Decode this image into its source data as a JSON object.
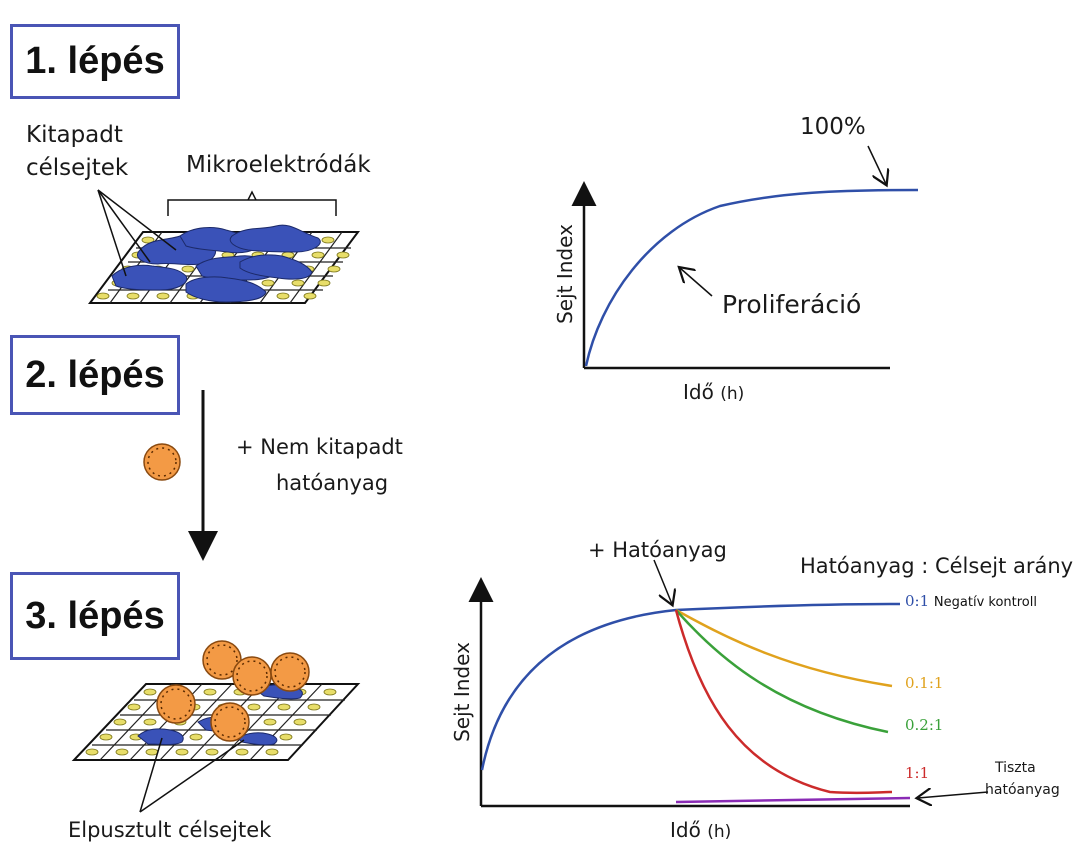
{
  "steps": {
    "step1": "1. lépés",
    "step2": "2. lépés",
    "step3": "3. lépés"
  },
  "labels": {
    "attached_cells_line1": "Kitapadt",
    "attached_cells_line2": "célsejtek",
    "microelectrodes": "Mikroelektródák",
    "drug_line1": "+ Nem kitapadt",
    "drug_line2": "hatóanyag",
    "dead_cells": "Elpusztult célsejtek"
  },
  "chart_top": {
    "ylabel": "Sejt Index",
    "xlabel": "Idő",
    "xunit": "(h)",
    "annotation_top": "100%",
    "annotation_curve": "Proliferáció"
  },
  "chart_bottom": {
    "ylabel": "Sejt Index",
    "xlabel": "Idő",
    "xunit": "(h)",
    "annotation_drug": "+ Hatóanyag",
    "legend_title": "Hatóanyag : Célsejt arány",
    "pure_drug_line1": "Tiszta",
    "pure_drug_line2": "hatóanyag",
    "series": [
      {
        "ratio": "0:1",
        "note": "Negatív kontroll",
        "color": "#2f4fa8"
      },
      {
        "ratio": "0.1:1",
        "note": "",
        "color": "#e0a21d"
      },
      {
        "ratio": "0.2:1",
        "note": "",
        "color": "#3aa13a"
      },
      {
        "ratio": "1:1",
        "note": "",
        "color": "#cc2b2b"
      }
    ],
    "pure_color": "#8a2bb5"
  },
  "colors": {
    "box_border": "#4a55b5",
    "cell_blue": "#3a52b8",
    "bead_orange": "#f39a45",
    "electrode_yellow": "#e8de6a"
  }
}
